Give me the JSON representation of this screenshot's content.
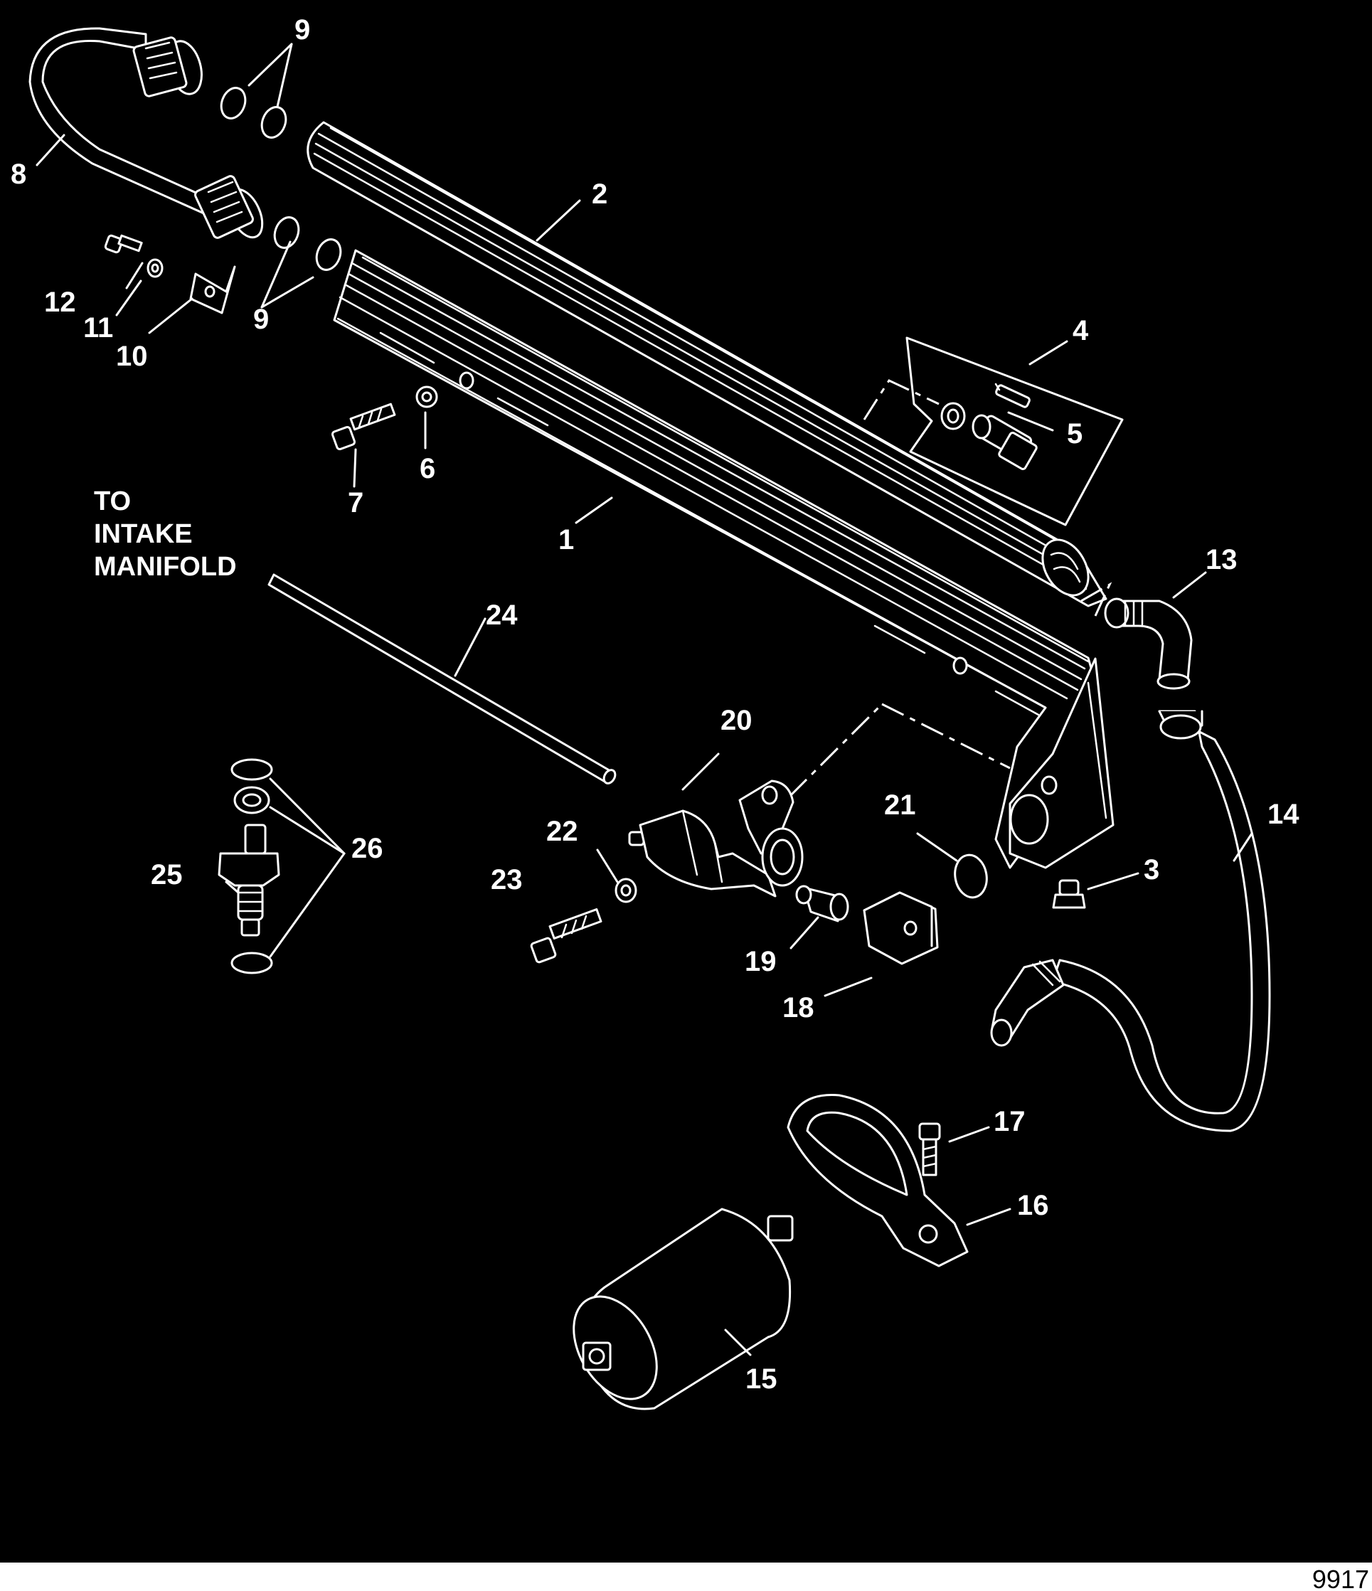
{
  "diagram": {
    "note_lines": [
      "TO",
      "INTAKE",
      "MANIFOLD"
    ],
    "figure_number": "9917",
    "callouts": {
      "c1": "1",
      "c2": "2",
      "c3": "3",
      "c4": "4",
      "c5": "5",
      "c6": "6",
      "c7": "7",
      "c8": "8",
      "c9a": "9",
      "c9b": "9",
      "c10": "10",
      "c11": "11",
      "c12": "12",
      "c13": "13",
      "c14": "14",
      "c15": "15",
      "c16": "16",
      "c17": "17",
      "c18": "18",
      "c19": "19",
      "c20": "20",
      "c21": "21",
      "c22": "22",
      "c23": "23",
      "c24": "24",
      "c25": "25",
      "c26": "26"
    },
    "colors": {
      "background": "#000000",
      "line": "#ffffff",
      "figure_number_band": "#ffffff"
    }
  }
}
